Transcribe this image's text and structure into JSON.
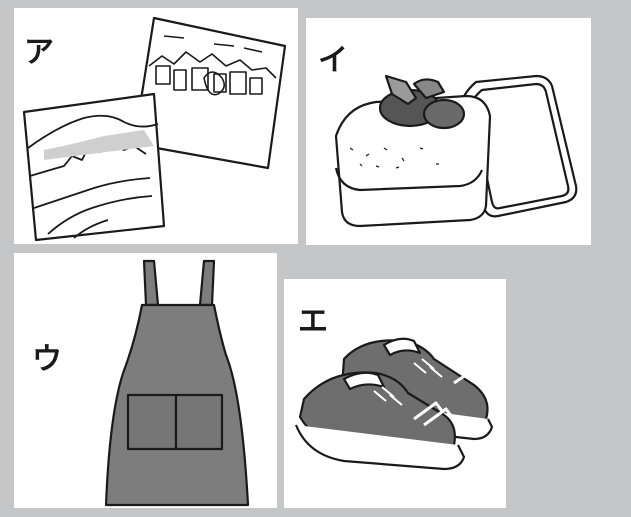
{
  "panels": [
    {
      "label": "ア",
      "icon": "photographs-icon"
    },
    {
      "label": "イ",
      "icon": "lunch-box-icon"
    },
    {
      "label": "ウ",
      "icon": "apron-icon"
    },
    {
      "label": "エ",
      "icon": "sneakers-icon"
    }
  ],
  "colors": {
    "background": "#c5c6c8",
    "panel": "#ffffff",
    "ink": "#1a1a1a",
    "apron": "#7d7d7d",
    "shoe": "#6e6e6e"
  }
}
